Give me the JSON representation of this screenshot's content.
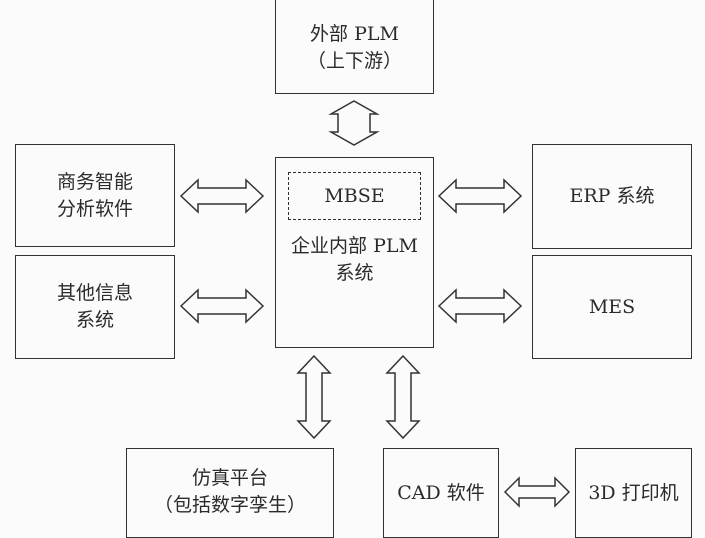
{
  "diagram": {
    "nodes": {
      "external_plm": {
        "lines": [
          "外部 PLM",
          "（上下游）"
        ]
      },
      "internal_plm": {
        "lines": [
          "企业内部 PLM",
          "系统"
        ],
        "inner": "MBSE"
      },
      "bi_software": {
        "lines": [
          "商务智能",
          "分析软件"
        ]
      },
      "other_info": {
        "lines": [
          "其他信息",
          "系统"
        ]
      },
      "erp": {
        "lines": [
          "ERP 系统"
        ]
      },
      "mes": {
        "lines": [
          "MES"
        ]
      },
      "simulation": {
        "lines": [
          "仿真平台",
          "（包括数字孪生）"
        ]
      },
      "cad": {
        "lines": [
          "CAD 软件"
        ]
      },
      "printer_3d": {
        "lines": [
          "3D 打印机"
        ]
      }
    },
    "edges": [
      {
        "from": "external_plm",
        "to": "internal_plm",
        "type": "bidirectional"
      },
      {
        "from": "bi_software",
        "to": "internal_plm",
        "type": "bidirectional"
      },
      {
        "from": "other_info",
        "to": "internal_plm",
        "type": "bidirectional"
      },
      {
        "from": "internal_plm",
        "to": "erp",
        "type": "bidirectional"
      },
      {
        "from": "internal_plm",
        "to": "mes",
        "type": "bidirectional"
      },
      {
        "from": "internal_plm",
        "to": "simulation",
        "type": "bidirectional"
      },
      {
        "from": "internal_plm",
        "to": "cad",
        "type": "bidirectional"
      },
      {
        "from": "cad",
        "to": "printer_3d",
        "type": "bidirectional"
      }
    ]
  }
}
